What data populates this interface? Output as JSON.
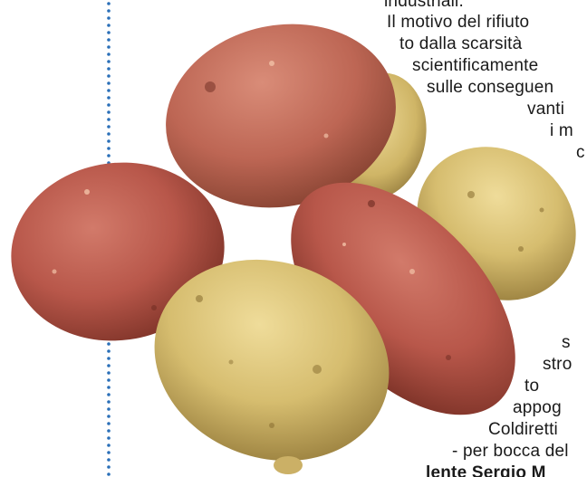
{
  "article": {
    "lines": [
      "industriali.",
      "Il motivo del rifiuto",
      "to dalla scarsità",
      "scientificamente",
      "sulle conseguen",
      "vanti",
      "i m",
      "c",
      "s",
      "stro",
      "to",
      "appog",
      "Coldiretti",
      "- per bocca del",
      "lente Sergio M"
    ]
  },
  "photo": {
    "subject": "potatoes",
    "colors": {
      "red_potato": "#b8574a",
      "yellow_potato": "#d9c27a",
      "dotted_rule": "#2a6fb8"
    }
  }
}
